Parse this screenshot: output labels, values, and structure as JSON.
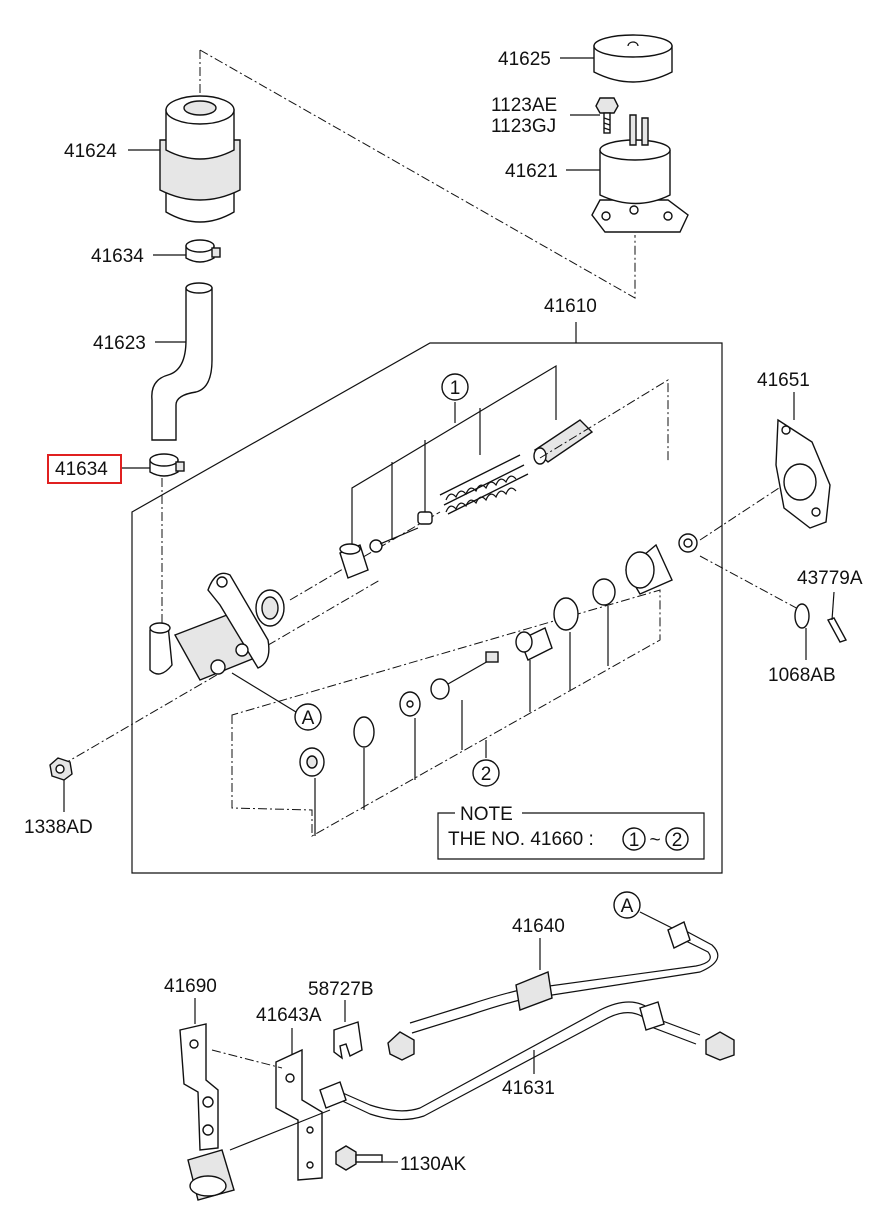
{
  "labels": {
    "p41625": "41625",
    "p1123ae": "1123AE",
    "p1123gj": "1123GJ",
    "p41621": "41621",
    "p41624": "41624",
    "p41634_top": "41634",
    "p41623": "41623",
    "p41634_sel": "41634",
    "p41610": "41610",
    "p41651": "41651",
    "p43779a": "43779A",
    "p1068ab": "1068AB",
    "p1338ad": "1338AD",
    "p41640": "41640",
    "p41690": "41690",
    "p41643a": "41643A",
    "p58727b": "58727B",
    "p41631": "41631",
    "p1130ak": "1130AK"
  },
  "callouts": {
    "one": "1",
    "two": "2",
    "a_top": "A",
    "a_bottom": "A"
  },
  "note": {
    "title": "NOTE",
    "text": "THE NO. 41660 :",
    "range_from": "1",
    "tilde": "~",
    "range_to": "2"
  },
  "colors": {
    "highlight": "#e02020",
    "line": "#111111"
  }
}
